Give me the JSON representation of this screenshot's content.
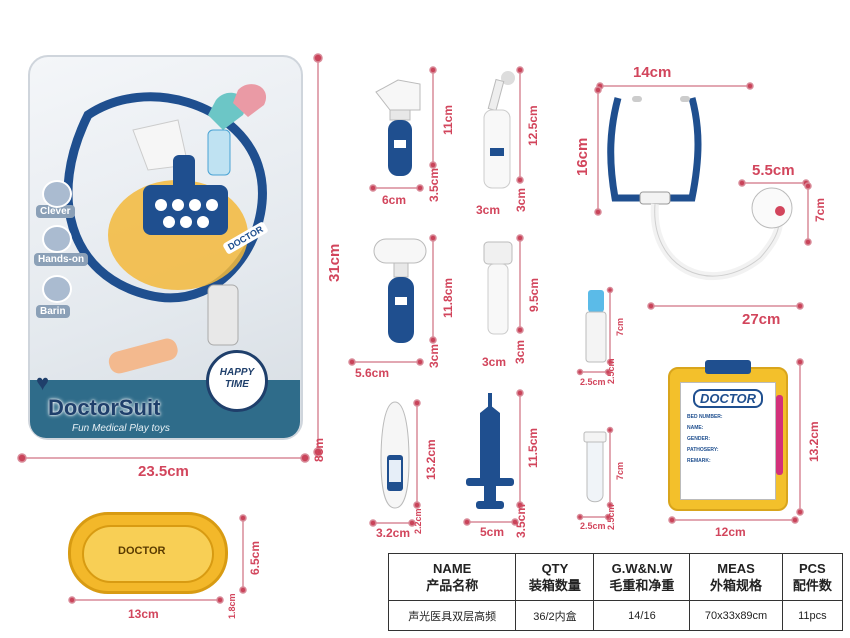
{
  "package": {
    "brand": "DoctorSuit",
    "tagline": "Fun Medical Play toys",
    "labels": [
      "Clever",
      "Hands-on",
      "Barin"
    ],
    "badge": [
      "HAPPY",
      "TIME"
    ],
    "tag": "DOCTOR",
    "dims": {
      "height": "31cm",
      "width": "23.5cm",
      "depth": "8cm"
    }
  },
  "items": {
    "otoscope": {
      "h": "11cm",
      "w": "6cm",
      "d": "3.5cm"
    },
    "dropper": {
      "h": "12.5cm",
      "w": "3cm",
      "d": "3cm"
    },
    "stethoscope": {
      "w": "14cm",
      "h": "16cm",
      "head_w": "5.5cm",
      "head_h": "7cm",
      "tube": "27cm"
    },
    "hammer": {
      "h": "11.8cm",
      "w": "5.6cm",
      "d": "3cm"
    },
    "flashlight": {
      "h": "9.5cm",
      "w": "3cm",
      "d": "3cm"
    },
    "bottle": {
      "h": "7cm",
      "w": "2.5cm",
      "d": "2.5cm"
    },
    "thermometer": {
      "h": "13.2cm",
      "w": "3.2cm",
      "d": "2.2cm"
    },
    "syringe": {
      "h": "11.5cm",
      "w": "5cm",
      "d": "3.5cm"
    },
    "testtube": {
      "h": "7cm",
      "w": "2.5cm",
      "d": "2.5cm"
    },
    "clipboard": {
      "h": "13.2cm",
      "w": "12cm",
      "title": "DOCTOR",
      "fields": [
        "BED NUMBER:",
        "NAME:",
        "GENDER:",
        "PATHOSERY:",
        "REMARK:"
      ]
    },
    "tray": {
      "w": "13cm",
      "h": "6.5cm",
      "d": "1.8cm",
      "label": "DOCTOR"
    }
  },
  "table": {
    "headers": [
      [
        "NAME",
        "产品名称"
      ],
      [
        "QTY",
        "装箱数量"
      ],
      [
        "G.W&N.W",
        "毛重和净重"
      ],
      [
        "MEAS",
        "外箱规格"
      ],
      [
        "PCS",
        "配件数"
      ]
    ],
    "values": [
      "声光医具双层高频",
      "36/2内盒",
      "14/16",
      "70x33x89cm",
      "11pcs"
    ]
  },
  "colors": {
    "navy": "#1f4f8f",
    "accent": "#d2455c",
    "yellow": "#f3c02b",
    "white": "#ffffff"
  }
}
